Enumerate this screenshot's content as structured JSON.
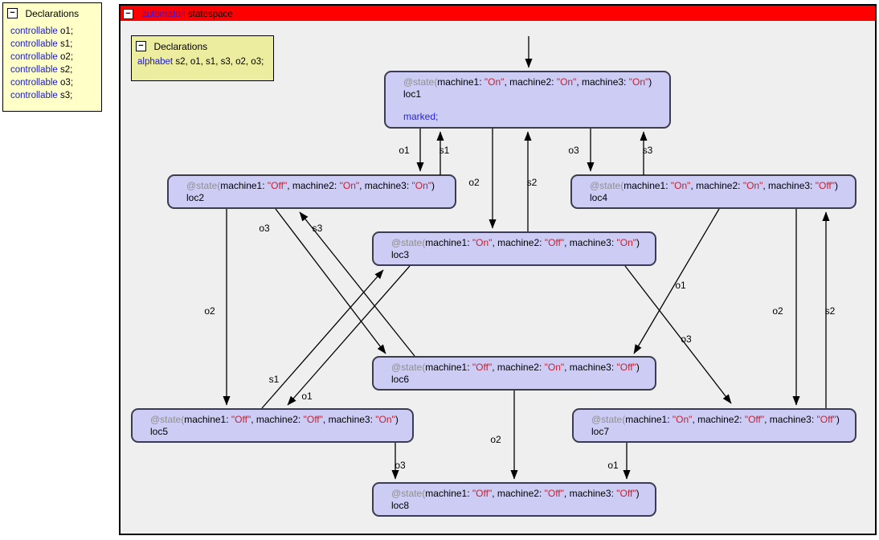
{
  "ui": {
    "collapse_glyph": "−"
  },
  "colors": {
    "panel_yellow": "#ffffc8",
    "inner_yellow": "#ededa0",
    "title_red": "#ff0000",
    "keyword_blue": "#1a1acd",
    "state_fill": "#ccccf5",
    "state_border": "#3c3c50",
    "value_red": "#c42231",
    "annotation_gray": "#8f8f8f",
    "background_gray": "#efefef"
  },
  "left_panel": {
    "title": "Declarations",
    "declarations": [
      {
        "keyword": "controllable",
        "rest": "o1;"
      },
      {
        "keyword": "controllable",
        "rest": "s1;"
      },
      {
        "keyword": "controllable",
        "rest": "o2;"
      },
      {
        "keyword": "controllable",
        "rest": "s2;"
      },
      {
        "keyword": "controllable",
        "rest": "o3;"
      },
      {
        "keyword": "controllable",
        "rest": "s3;"
      }
    ]
  },
  "main_panel": {
    "title": {
      "keyword": "automaton",
      "name": "statespace"
    },
    "declarations_box": {
      "title": "Declarations",
      "keyword": "alphabet",
      "rest": "s2, o1, s1, s3, o2, o3;"
    }
  },
  "state_text": {
    "prefix": "@state(",
    "m1_label": "machine1: ",
    "m2_label": ", machine2: ",
    "m3_label": ", machine3: ",
    "suffix": ")",
    "quote": "\""
  },
  "states": [
    {
      "id": "loc1",
      "name": "loc1",
      "machine1": "On",
      "machine2": "On",
      "machine3": "On",
      "marked": "marked;"
    },
    {
      "id": "loc2",
      "name": "loc2",
      "machine1": "Off",
      "machine2": "On",
      "machine3": "On"
    },
    {
      "id": "loc3",
      "name": "loc3",
      "machine1": "On",
      "machine2": "Off",
      "machine3": "On"
    },
    {
      "id": "loc4",
      "name": "loc4",
      "machine1": "On",
      "machine2": "On",
      "machine3": "Off"
    },
    {
      "id": "loc5",
      "name": "loc5",
      "machine1": "Off",
      "machine2": "Off",
      "machine3": "On"
    },
    {
      "id": "loc6",
      "name": "loc6",
      "machine1": "Off",
      "machine2": "On",
      "machine3": "Off"
    },
    {
      "id": "loc7",
      "name": "loc7",
      "machine1": "On",
      "machine2": "Off",
      "machine3": "Off"
    },
    {
      "id": "loc8",
      "name": "loc8",
      "machine1": "Off",
      "machine2": "Off",
      "machine3": "Off"
    }
  ],
  "transitions": [
    {
      "from": "initial",
      "to": "loc1",
      "event": ""
    },
    {
      "from": "loc1",
      "to": "loc2",
      "event": "o1"
    },
    {
      "from": "loc2",
      "to": "loc1",
      "event": "s1"
    },
    {
      "from": "loc1",
      "to": "loc3",
      "event": "o2"
    },
    {
      "from": "loc3",
      "to": "loc1",
      "event": "s2"
    },
    {
      "from": "loc1",
      "to": "loc4",
      "event": "o3"
    },
    {
      "from": "loc4",
      "to": "loc1",
      "event": "s3"
    },
    {
      "from": "loc2",
      "to": "loc5",
      "event": "o2"
    },
    {
      "from": "loc2",
      "to": "loc6",
      "event": "o3"
    },
    {
      "from": "loc6",
      "to": "loc2",
      "event": "s3"
    },
    {
      "from": "loc3",
      "to": "loc5",
      "event": "o1"
    },
    {
      "from": "loc5",
      "to": "loc3",
      "event": "s1"
    },
    {
      "from": "loc3",
      "to": "loc7",
      "event": "o3"
    },
    {
      "from": "loc4",
      "to": "loc6",
      "event": "o1"
    },
    {
      "from": "loc4",
      "to": "loc7",
      "event": "o2"
    },
    {
      "from": "loc7",
      "to": "loc4",
      "event": "s2"
    },
    {
      "from": "loc5",
      "to": "loc8",
      "event": "o3"
    },
    {
      "from": "loc6",
      "to": "loc8",
      "event": "o2"
    },
    {
      "from": "loc7",
      "to": "loc8",
      "event": "o1"
    }
  ]
}
